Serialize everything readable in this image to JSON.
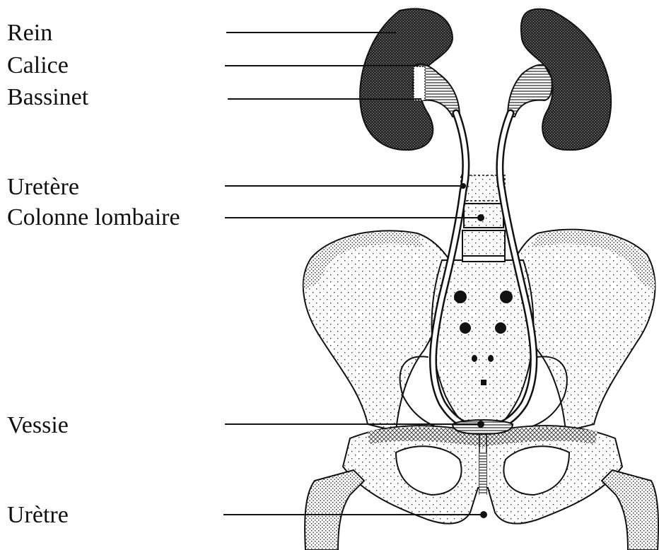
{
  "labels": {
    "rein": "Rein",
    "calice": "Calice",
    "bassinet": "Bassinet",
    "uretere": "Uretère",
    "colonne": "Colonne lombaire",
    "vessie": "Vessie",
    "uretre": "Urètre"
  },
  "colors": {
    "ink": "#111111",
    "kidney": "#3a3a3a",
    "bone_fill": "#ffffff",
    "paper": "#ffffff"
  }
}
